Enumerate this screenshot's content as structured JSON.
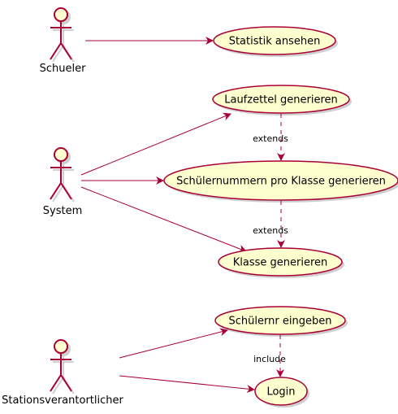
{
  "actors": [
    {
      "id": "schueler",
      "label": "Schueler"
    },
    {
      "id": "system",
      "label": "System"
    },
    {
      "id": "stationsverantwortlicher",
      "label": "Stationsverantortlicher"
    }
  ],
  "usecases": [
    {
      "id": "statistik",
      "label": "Statistik ansehen"
    },
    {
      "id": "laufzettel",
      "label": "Laufzettel generieren"
    },
    {
      "id": "schuelernummern",
      "label": "Schülernummern pro Klasse generieren"
    },
    {
      "id": "klasse",
      "label": "Klasse generieren"
    },
    {
      "id": "schuelernr",
      "label": "Schülernr eingeben"
    },
    {
      "id": "login",
      "label": "Login"
    }
  ],
  "relations": [
    {
      "from": "schueler",
      "to": "statistik",
      "kind": "association"
    },
    {
      "from": "system",
      "to": "laufzettel",
      "kind": "association"
    },
    {
      "from": "system",
      "to": "schuelernummern",
      "kind": "association"
    },
    {
      "from": "system",
      "to": "klasse",
      "kind": "association"
    },
    {
      "from": "laufzettel",
      "to": "schuelernummern",
      "kind": "dependency",
      "label": "extends"
    },
    {
      "from": "schuelernummern",
      "to": "klasse",
      "kind": "dependency",
      "label": "extends"
    },
    {
      "from": "stationsverantwortlicher",
      "to": "schuelernr",
      "kind": "association"
    },
    {
      "from": "stationsverantwortlicher",
      "to": "login",
      "kind": "association"
    },
    {
      "from": "schuelernr",
      "to": "login",
      "kind": "dependency",
      "label": "include"
    }
  ],
  "colors": {
    "line": "#A80036",
    "usecase_fill": "#FEFECE",
    "actor_fill": "#FEFECE",
    "shadow": "#cfcfcf"
  }
}
